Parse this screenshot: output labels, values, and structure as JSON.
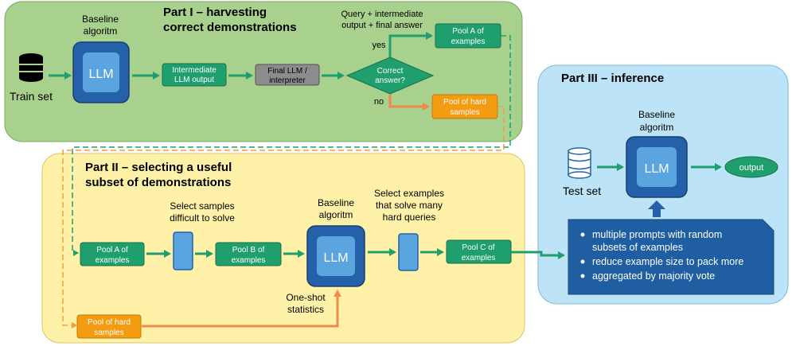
{
  "part1": {
    "title_line1": "Part I – harvesting",
    "title_line2": "correct demonstrations",
    "train_set": "Train set",
    "baseline_line1": "Baseline",
    "baseline_line2": "algoritm",
    "llm": "LLM",
    "intermediate_line1": "Intermediate",
    "intermediate_line2": "LLM output",
    "final_line1": "Final LLM /",
    "final_line2": "interpreter",
    "decision_line1": "Correct",
    "decision_line2": "answer?",
    "query_line1": "Query + intermediate",
    "query_line2": "output + final answer",
    "yes": "yes",
    "no": "no",
    "poolA_line1": "Pool A of",
    "poolA_line2": "examples",
    "hard_line1": "Pool of hard",
    "hard_line2": "samples"
  },
  "part2": {
    "title_line1": "Part II – selecting a useful",
    "title_line2": "subset of demonstrations",
    "poolA_line1": "Pool A of",
    "poolA_line2": "examples",
    "select1_line1": "Select samples",
    "select1_line2": "difficult to solve",
    "poolB_line1": "Pool B of",
    "poolB_line2": "examples",
    "baseline_line1": "Baseline",
    "baseline_line2": "algoritm",
    "llm": "LLM",
    "select2_line1": "Select examples",
    "select2_line2": "that solve many",
    "select2_line3": "hard queries",
    "poolC_line1": "Pool C of",
    "poolC_line2": "examples",
    "oneshot_line1": "One-shot",
    "oneshot_line2": "statistics",
    "hard_line1": "Pool of hard",
    "hard_line2": "samples"
  },
  "part3": {
    "title": "Part III – inference",
    "baseline_line1": "Baseline",
    "baseline_line2": "algoritm",
    "llm": "LLM",
    "test_set": "Test set",
    "output": "output",
    "bullets": [
      "multiple prompts with random",
      "subsets of examples",
      "reduce example size to pack more",
      "aggregated by majority vote"
    ]
  },
  "colors": {
    "green_panel": "#a9d18e",
    "yellow_panel": "#fff2a8",
    "blue_panel": "#bde3f7",
    "green_box": "#1f9e6e",
    "orange_box": "#f39c12",
    "llm_dark": "#2461a8",
    "llm_light": "#5aa5e0",
    "arrow_green": "#1f9e6e",
    "arrow_orange": "#ee8a4a"
  }
}
